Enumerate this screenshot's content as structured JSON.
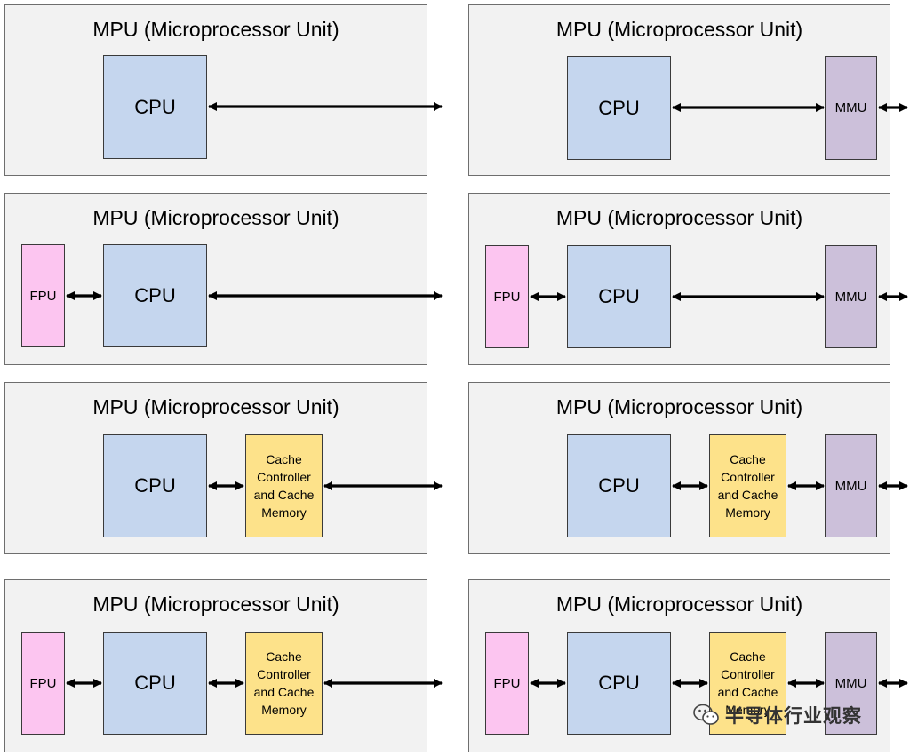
{
  "panel_title": "MPU (Microprocessor Unit)",
  "labels": {
    "cpu": "CPU",
    "fpu": "FPU",
    "mmu": "MMU",
    "cache": "Cache Controller and Cache Memory"
  },
  "watermark": {
    "text": "半导体行业观察",
    "icon": "wechat-icon"
  },
  "colors": {
    "panel_bg": "#f2f2f2",
    "cpu": "#c5d6ee",
    "fpu": "#fcc5f0",
    "mmu": "#ccc0da",
    "cache": "#fde28a"
  }
}
